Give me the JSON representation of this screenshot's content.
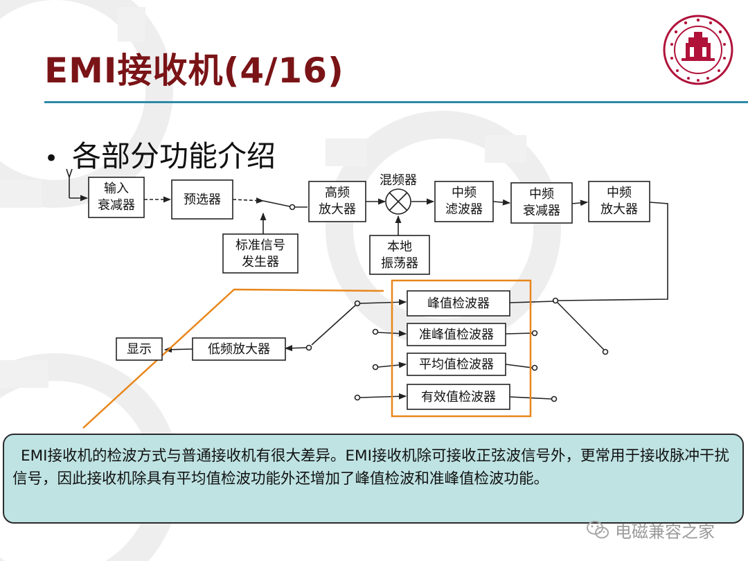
{
  "header": {
    "title": "EMI接收机(4/16)"
  },
  "bullet": {
    "marker": "•",
    "text": "各部分功能介绍"
  },
  "diagram": {
    "input_attenuator": [
      "输入",
      "衰减器"
    ],
    "preselector": "预选器",
    "rf_amplifier": [
      "高频",
      "放大器"
    ],
    "mixer_label": "混频器",
    "if_filter": [
      "中频",
      "滤波器"
    ],
    "if_attenuator": [
      "中频",
      "衰减器"
    ],
    "if_amplifier": [
      "中频",
      "放大器"
    ],
    "std_signal_generator": [
      "标准信号",
      "发生器"
    ],
    "local_oscillator": [
      "本地",
      "振荡器"
    ],
    "peak_detector": "峰值检波器",
    "quasi_peak_detector": "准峰值检波器",
    "average_detector": "平均值检波器",
    "rms_detector": "有效值检波器",
    "lf_amplifier": "低频放大器",
    "display": "显示"
  },
  "callout": {
    "text": "EMI接收机的检波方式与普通接收机有很大差异。EMI接收机除可接收正弦波信号外，更常用于接收脉冲干扰信号，因此接收机除具有平均值检波功能外还增加了峰值检波和准峰值检波功能。"
  },
  "watermark": {
    "text": "电磁兼容之家"
  },
  "colors": {
    "title": "#7a1417",
    "rule": "#2b8aa6",
    "highlight": "#e8861a",
    "callout_bg": "#bfe3e3",
    "logo": "#b0123a"
  }
}
